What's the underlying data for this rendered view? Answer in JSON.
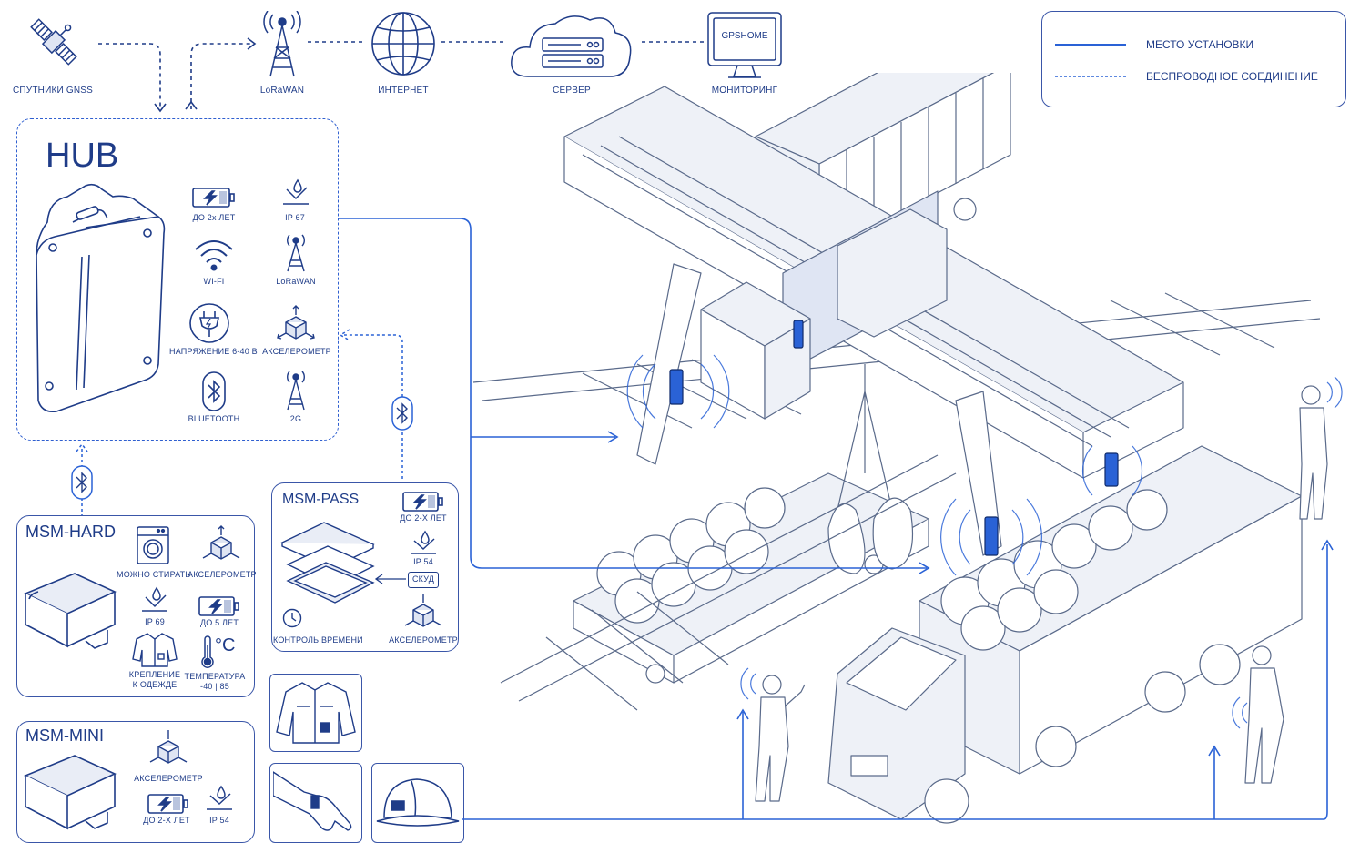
{
  "top_chain": {
    "gnss": "СПУТНИКИ GNSS",
    "lorawan": "LoRaWAN",
    "internet": "ИНТЕРНЕТ",
    "server": "СЕРВЕР",
    "monitoring": "МОНИТОРИНГ",
    "monitor_screen": "GPSHOME"
  },
  "legend": {
    "install_place": "МЕСТО УСТАНОВКИ",
    "wireless": "БЕСПРОВОДНОЕ СОЕДИНЕНИЕ",
    "solid_color": "#2a62d6",
    "dashed_color": "#2a62d6"
  },
  "hub": {
    "title": "HUB",
    "features": [
      "ДО 2х ЛЕТ",
      "IP 67",
      "WI-FI",
      "LoRaWAN",
      "НАПРЯЖЕНИЕ 6-40 В",
      "АКСЕЛЕРОМЕТР",
      "BLUETOOTH",
      "2G"
    ]
  },
  "msm_hard": {
    "title": "MSM-HARD",
    "features": [
      "МОЖНО СТИРАТЬ",
      "АКСЕЛЕРОМЕТР",
      "IP 69",
      "ДО 5 ЛЕТ",
      "КРЕПЛЕНИЕ\nК ОДЕЖДЕ",
      "ТЕМПЕРАТУРА\n-40 | 85"
    ],
    "temp_symbol": "°C"
  },
  "msm_pass": {
    "title": "MSM-PASS",
    "features": [
      "ДО 2-Х ЛЕТ",
      "IP 54",
      "СКУД",
      "КОНТРОЛЬ ВРЕМЕНИ",
      "АКСЕЛЕРОМЕТР"
    ]
  },
  "msm_mini": {
    "title": "MSM-MINI",
    "features": [
      "АКСЕЛЕРОМЕТР",
      "ДО 2-Х ЛЕТ",
      "IP 54"
    ]
  },
  "colors": {
    "accent": "#2a62d6",
    "dark_blue": "#1f3c88",
    "line_gray": "#5a6a8a",
    "fill_light": "#eef1f7"
  }
}
